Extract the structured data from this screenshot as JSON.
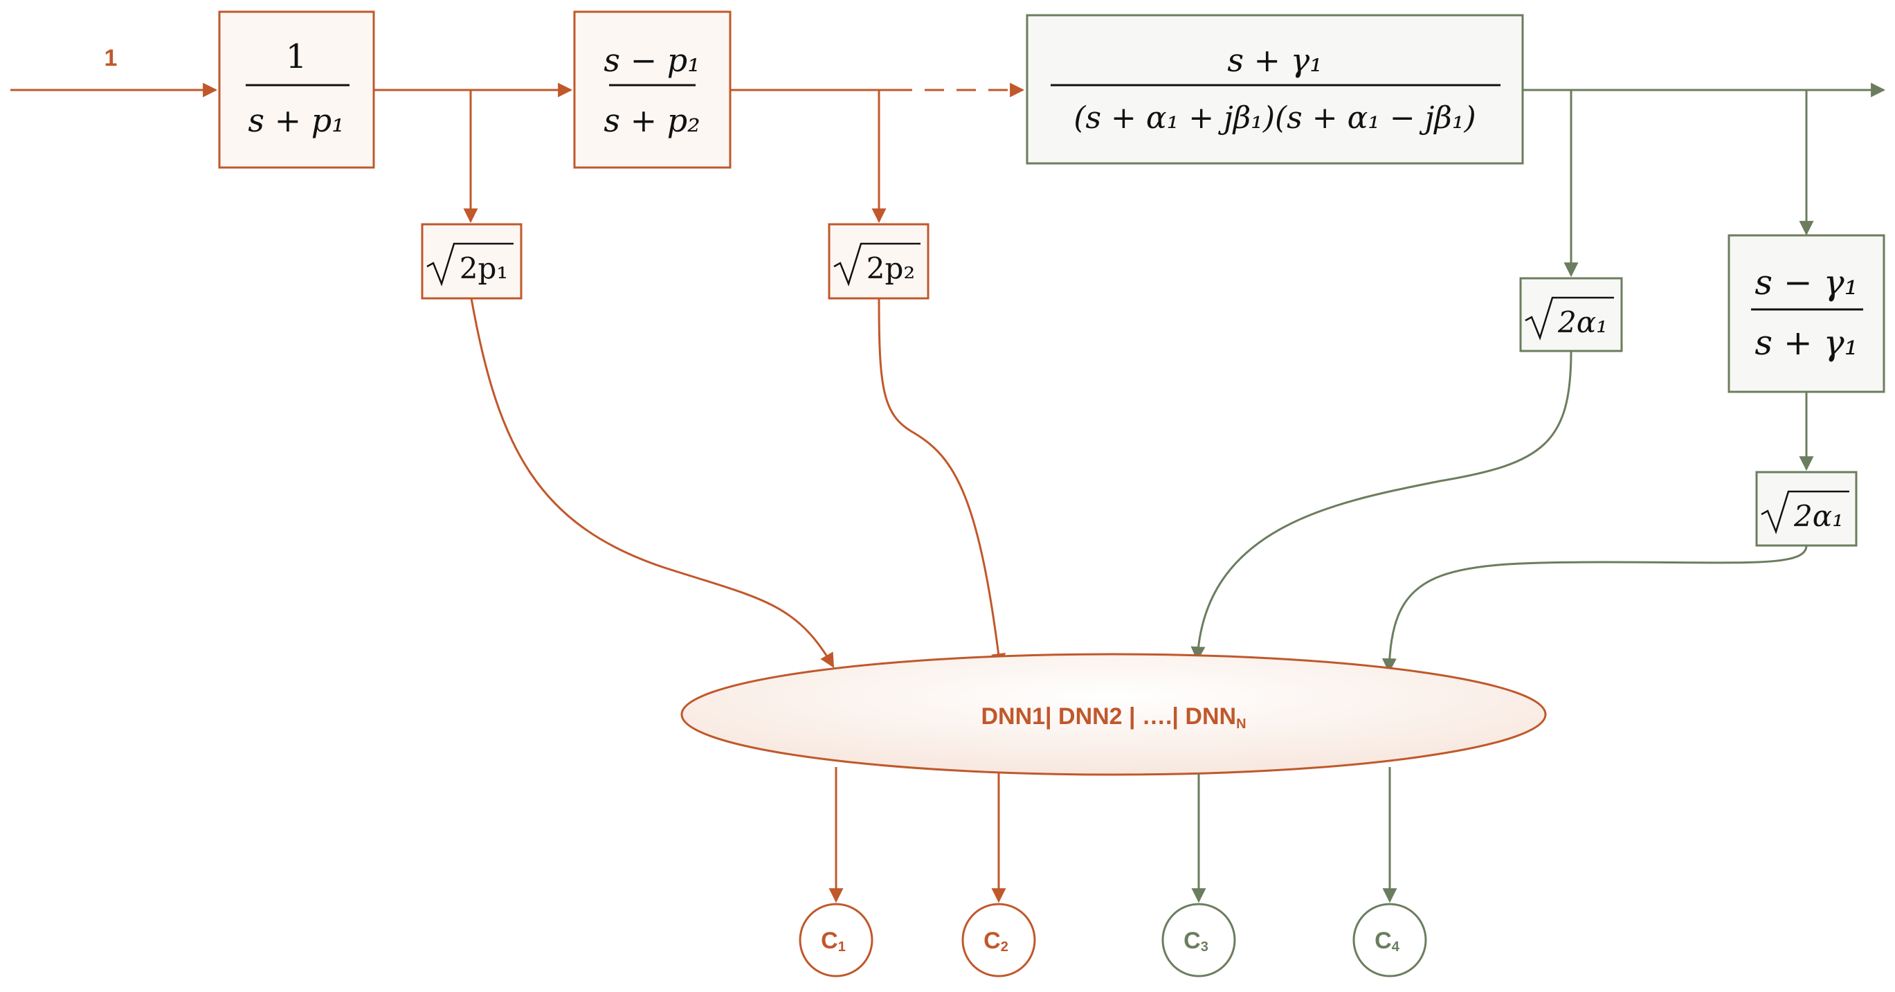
{
  "colors": {
    "orange": "#c0582b",
    "green": "#6b7d5e",
    "box_fill_orange": "#fdf7f4",
    "box_fill_green": "#f7f8f5"
  },
  "input": {
    "label": "1"
  },
  "block1": {
    "numerator": "1",
    "denominator": "s + p₁"
  },
  "block2": {
    "numerator": "s − p₁",
    "denominator": "s + p₂"
  },
  "block3": {
    "numerator": "s + γ₁",
    "denominator": "(s + α₁ + jβ₁)(s + α₁ − jβ₁)"
  },
  "block4": {
    "numerator": "s − γ₁",
    "denominator": "s + γ₁"
  },
  "gains": {
    "g1": "2p₁",
    "g2": "2p₂",
    "g3": "2α₁",
    "g4": "2α₁"
  },
  "dnn": {
    "label": "DNN1| DNN2 | ….| DNN",
    "subscript": "N"
  },
  "outputs": {
    "c1": "C",
    "c1_sub": "1",
    "c2": "C",
    "c2_sub": "2",
    "c3": "C",
    "c3_sub": "3",
    "c4": "C",
    "c4_sub": "4"
  }
}
